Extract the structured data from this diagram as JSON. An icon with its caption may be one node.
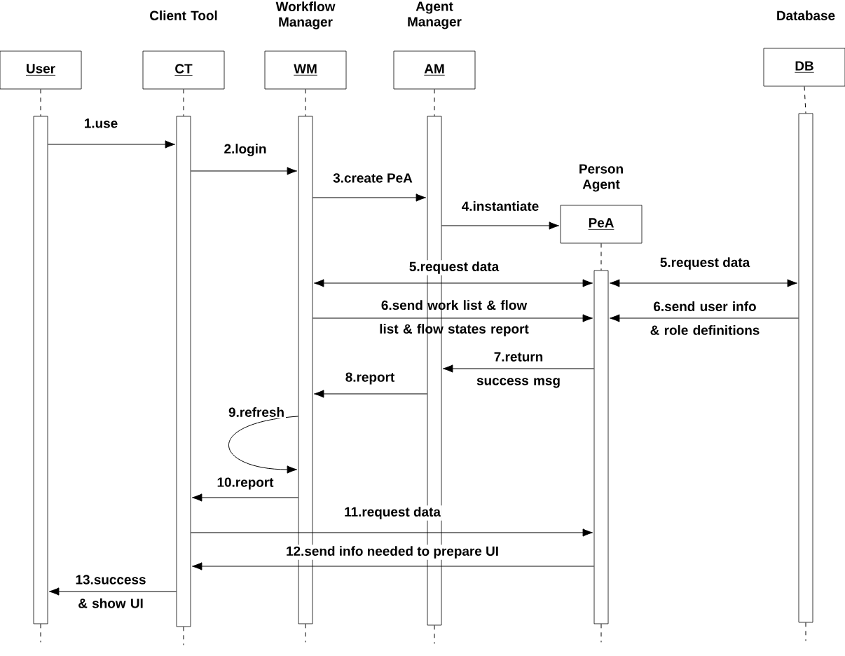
{
  "diagram": {
    "nodes": [
      {
        "text": [
          "User"
        ]
      },
      {
        "text": [
          "CT"
        ],
        "beside": [
          "Client Tool"
        ]
      },
      {
        "text": [
          "WM"
        ],
        "beside": [
          "Workflow Manager"
        ]
      },
      {
        "text": [
          "AM"
        ],
        "beside": [
          "Agent Manager"
        ]
      },
      {
        "text": [
          "PeA"
        ],
        "beside": [
          "Person Agent"
        ]
      },
      {
        "text": [
          "DB"
        ],
        "beside": [
          "Database"
        ]
      },
      {
        "text": [],
        "shape": "bar"
      },
      {
        "text": [],
        "shape": "bar"
      },
      {
        "text": [],
        "shape": "bar"
      },
      {
        "text": [],
        "shape": "bar"
      },
      {
        "text": [],
        "shape": "bar"
      },
      {
        "text": [],
        "shape": "bar"
      }
    ],
    "edges": [
      {
        "from": 0,
        "to": 6,
        "arrow": "none",
        "style": "dashed"
      },
      {
        "from": 1,
        "to": 7,
        "arrow": "none",
        "style": "dashed"
      },
      {
        "from": 2,
        "to": 8,
        "arrow": "none",
        "style": "dashed"
      },
      {
        "from": 3,
        "to": 9,
        "arrow": "none",
        "style": "dashed"
      },
      {
        "from": 4,
        "to": 10,
        "arrow": "none",
        "style": "dashed"
      },
      {
        "from": 5,
        "to": 11,
        "arrow": "none",
        "style": "dashed"
      },
      {
        "from": 6,
        "to": null,
        "arrow": "none",
        "style": "dashed"
      },
      {
        "from": 7,
        "to": null,
        "arrow": "none",
        "style": "dashed"
      },
      {
        "from": 8,
        "to": null,
        "arrow": "none",
        "style": "dashed"
      },
      {
        "from": 9,
        "to": null,
        "arrow": "none",
        "style": "dashed"
      },
      {
        "from": 10,
        "to": null,
        "arrow": "none",
        "style": "dashed"
      },
      {
        "from": 11,
        "to": null,
        "arrow": "none",
        "style": "dashed"
      },
      {
        "from": 6,
        "to": 7,
        "arrow": "to",
        "label": "1.use"
      },
      {
        "from": 7,
        "to": 8,
        "arrow": "to",
        "label": "2.login"
      },
      {
        "from": 8,
        "to": 9,
        "arrow": "to",
        "label": "3.create PeA"
      },
      {
        "from": 9,
        "to": 4,
        "arrow": "to",
        "label": "4.instantiate"
      },
      {
        "from": 10,
        "to": 8,
        "arrow": "both",
        "label": "5.request data"
      },
      {
        "from": 10,
        "to": 11,
        "arrow": "both",
        "label": "5.request data"
      },
      {
        "from": 8,
        "to": 10,
        "arrow": "to",
        "label": "6.send work list & flow list & flow states report"
      },
      {
        "from": 11,
        "to": 10,
        "arrow": "to",
        "label": "6.send user info & role definitions"
      },
      {
        "from": 10,
        "to": 9,
        "arrow": "to",
        "label": "7.return success msg"
      },
      {
        "from": 9,
        "to": 8,
        "arrow": "to",
        "label": "8.report"
      },
      {
        "from": 8,
        "to": 8,
        "arrow": "to",
        "label": "9.refresh"
      },
      {
        "from": 8,
        "to": 7,
        "arrow": "to",
        "label": "10.report"
      },
      {
        "from": 7,
        "to": 10,
        "arrow": "to",
        "label": "11.request data"
      },
      {
        "from": 10,
        "to": 7,
        "arrow": "to",
        "label": "12.send info needed to prepare UI"
      },
      {
        "from": 7,
        "to": 6,
        "arrow": "to",
        "label": "13.success & show UI"
      }
    ]
  }
}
